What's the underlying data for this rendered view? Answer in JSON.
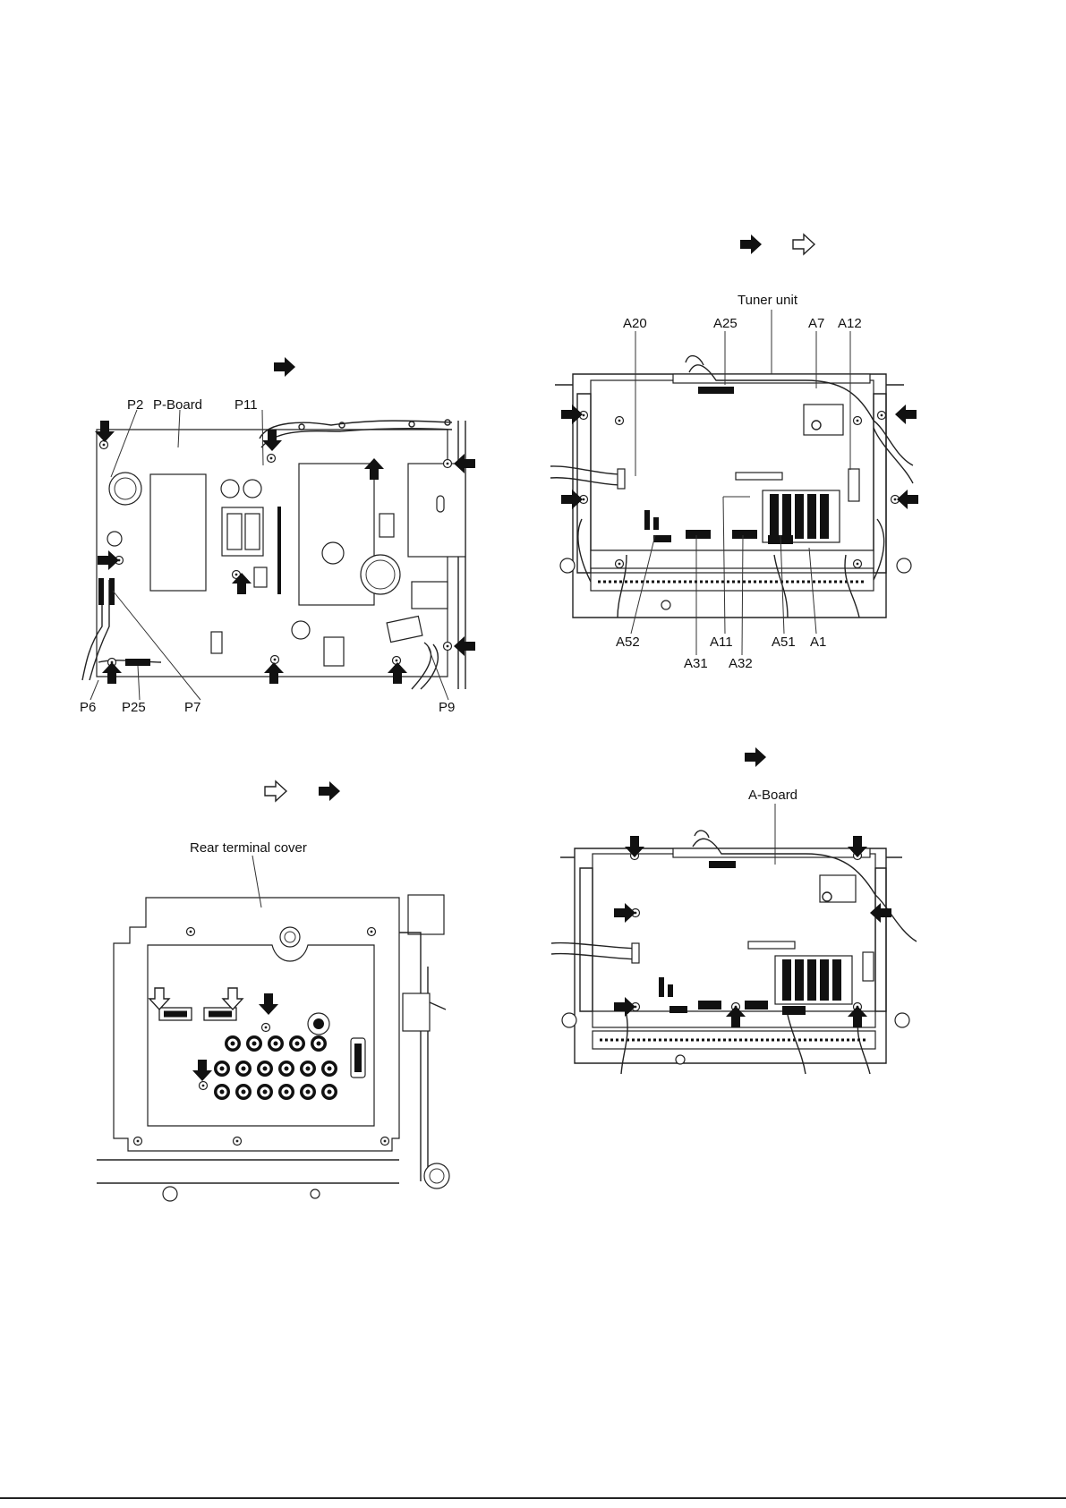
{
  "fig1": {
    "callouts": [
      "P2",
      "P-Board",
      "P11",
      "P6",
      "P25",
      "P7",
      "P9"
    ]
  },
  "fig2": {
    "callouts": [
      "Tuner unit",
      "A20",
      "A25",
      "A7",
      "A12",
      "A52",
      "A11",
      "A51",
      "A1",
      "A31",
      "A32"
    ]
  },
  "fig3": {
    "callouts": [
      "Rear terminal cover"
    ]
  },
  "fig4": {
    "callouts": [
      "A-Board"
    ]
  },
  "icons": {
    "solid_arrow": "solid-arrow-icon",
    "hollow_arrow": "hollow-arrow-icon"
  }
}
